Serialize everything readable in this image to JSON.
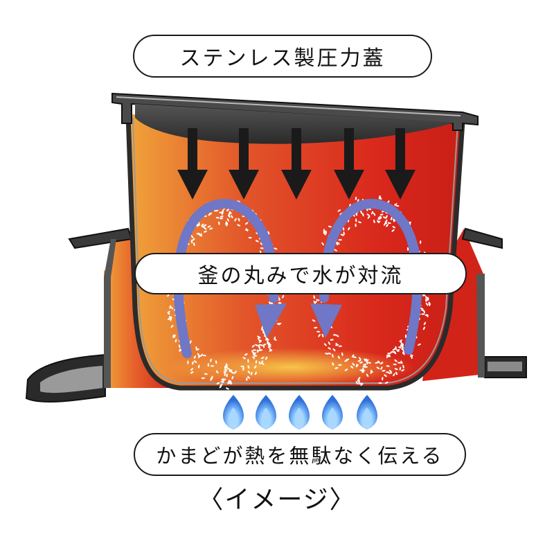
{
  "labels": {
    "lid": "ステンレス製圧力蓋",
    "convection": "釜の丸みで水が対流",
    "heat": "かまどが熱を無駄なく伝える"
  },
  "caption": "〈イメージ〉",
  "colors": {
    "pot_hot": "#d9281c",
    "pot_warm": "#ef9a35",
    "pot_yellow": "#f4c24a",
    "metal_dark": "#222222",
    "metal_light": "#9a9a9a",
    "arrow": "#1a1a1a",
    "convection_arrow": "#6f77c6",
    "rice": "#ffffff",
    "flame_blue": "#2f6fd8",
    "flame_light": "#a9d8ff"
  },
  "icons": {
    "pressure_arrows": "down-arrow-icon",
    "convection": "curved-arrow-icon",
    "flame": "flame-icon"
  }
}
